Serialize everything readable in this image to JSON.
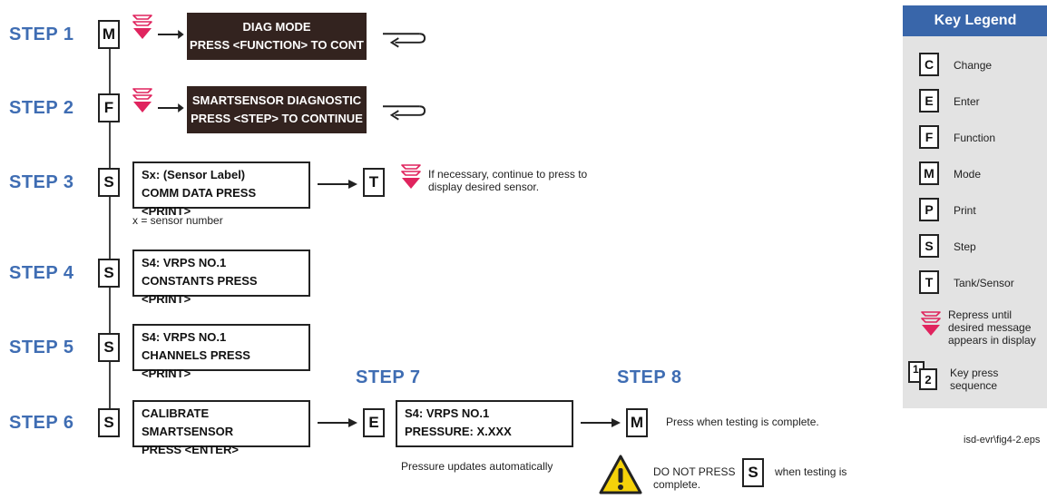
{
  "steps": {
    "s1": "STEP 1",
    "s2": "STEP 2",
    "s3": "STEP 3",
    "s4": "STEP 4",
    "s5": "STEP 5",
    "s6": "STEP 6",
    "s7": "STEP 7",
    "s8": "STEP 8"
  },
  "keys": {
    "m": "M",
    "f": "F",
    "s": "S",
    "t": "T",
    "e": "E"
  },
  "displays": {
    "d1_l1": "DIAG MODE",
    "d1_l2": "PRESS <FUNCTION> TO CONT",
    "d2_l1": "SMARTSENSOR DIAGNOSTIC",
    "d2_l2": "PRESS <STEP> TO CONTINUE",
    "d3_l1": "Sx: (Sensor Label)",
    "d3_l2": "COMM DATA PRESS <PRINT>",
    "d4_l1": "S4: VRPS NO.1",
    "d4_l2": "CONSTANTS PRESS <PRINT>",
    "d5_l1": "S4: VRPS NO.1",
    "d5_l2": "CHANNELS PRESS <PRINT>",
    "d6_l1": "CALIBRATE SMARTSENSOR",
    "d6_l2": "PRESS <ENTER>",
    "d7_l1": "S4: VRPS NO.1",
    "d7_l2": "PRESSURE: X.XXX"
  },
  "notes": {
    "sensor_number": "x = sensor number",
    "continue_l1": "If necessary, continue to press to",
    "continue_l2": "display desired sensor.",
    "pressure_updates": "Pressure updates automatically",
    "press_when_complete": "Press when testing is complete.",
    "do_not_press": "DO NOT PRESS",
    "when_testing_l1": "when testing is",
    "when_testing_l2": "complete."
  },
  "legend": {
    "title": "Key Legend",
    "items": [
      {
        "key": "C",
        "label": "Change"
      },
      {
        "key": "E",
        "label": "Enter"
      },
      {
        "key": "F",
        "label": "Function"
      },
      {
        "key": "M",
        "label": "Mode"
      },
      {
        "key": "P",
        "label": "Print"
      },
      {
        "key": "S",
        "label": "Step"
      },
      {
        "key": "T",
        "label": "Tank/Sensor"
      }
    ],
    "repress_l1": "Repress until",
    "repress_l2": "desired message",
    "repress_l3": "appears in display",
    "seq_k1": "1",
    "seq_k2": "2",
    "seq_l1": "Key press",
    "seq_l2": "sequence"
  },
  "footer": "isd-evr\\fig4-2.eps",
  "colors": {
    "step_blue": "#3f6db3",
    "display_dark": "#33231f",
    "repress_pink": "#e0245e",
    "legend_bg": "#e3e3e3",
    "legend_header": "#3966aa"
  },
  "icons": [
    "repress-arrow-icon",
    "right-arrow-icon",
    "return-arrow-icon",
    "warning-icon"
  ]
}
